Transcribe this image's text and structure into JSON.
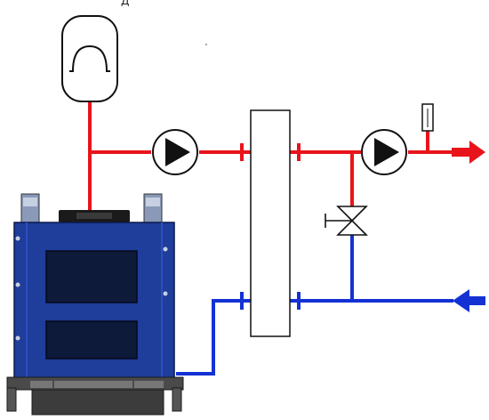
{
  "diagram": {
    "top_glyph": "Д",
    "components": {
      "expansion_tank": "expansion-tank",
      "primary_pump": "circulation-pump",
      "secondary_pump": "circulation-pump",
      "heat_exchanger": "plate-heat-exchanger",
      "bypass_valve": "three-way-valve",
      "thermometer": "thermometer",
      "boiler": "solid-fuel-boiler",
      "supply_arrow": "arrow-right-icon",
      "return_arrow": "arrow-left-icon"
    },
    "colors": {
      "supply_line": "#e8141b",
      "return_line": "#1432d4",
      "boiler_body": "#1f3d9a",
      "boiler_dark": "#0e1a3a",
      "outline": "#111111"
    }
  }
}
